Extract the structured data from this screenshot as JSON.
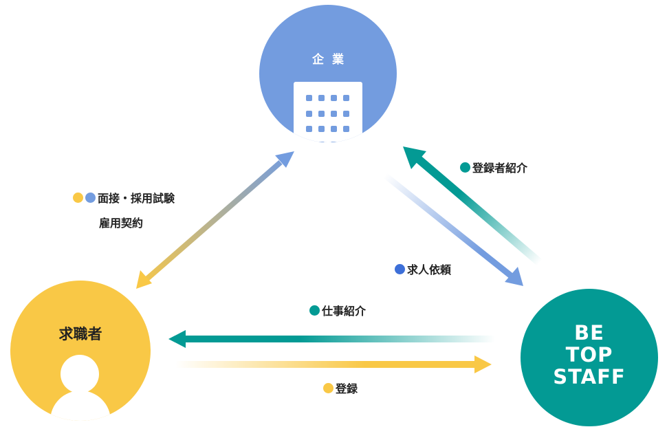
{
  "nodes": {
    "company": {
      "title": "企業"
    },
    "seeker": {
      "title": "求職者"
    },
    "agency": {
      "logo_lines": [
        "BE",
        "TOP",
        "STAFF"
      ]
    }
  },
  "labels": {
    "interview": {
      "line1": "面接・採用試験",
      "line2": "雇用契約",
      "dots": [
        "#F9C846",
        "#739CDF"
      ]
    },
    "referral_candidates": {
      "text": "登録者紹介",
      "dot": "#039A94"
    },
    "job_request": {
      "text": "求人依頼",
      "dot": "#3D6FD8"
    },
    "job_introduction": {
      "text": "仕事紹介",
      "dot": "#039A94"
    },
    "registration": {
      "text": "登録",
      "dot": "#F9C846"
    }
  },
  "colors": {
    "company": "#739CDF",
    "seeker": "#F9C846",
    "agency": "#039A94"
  }
}
